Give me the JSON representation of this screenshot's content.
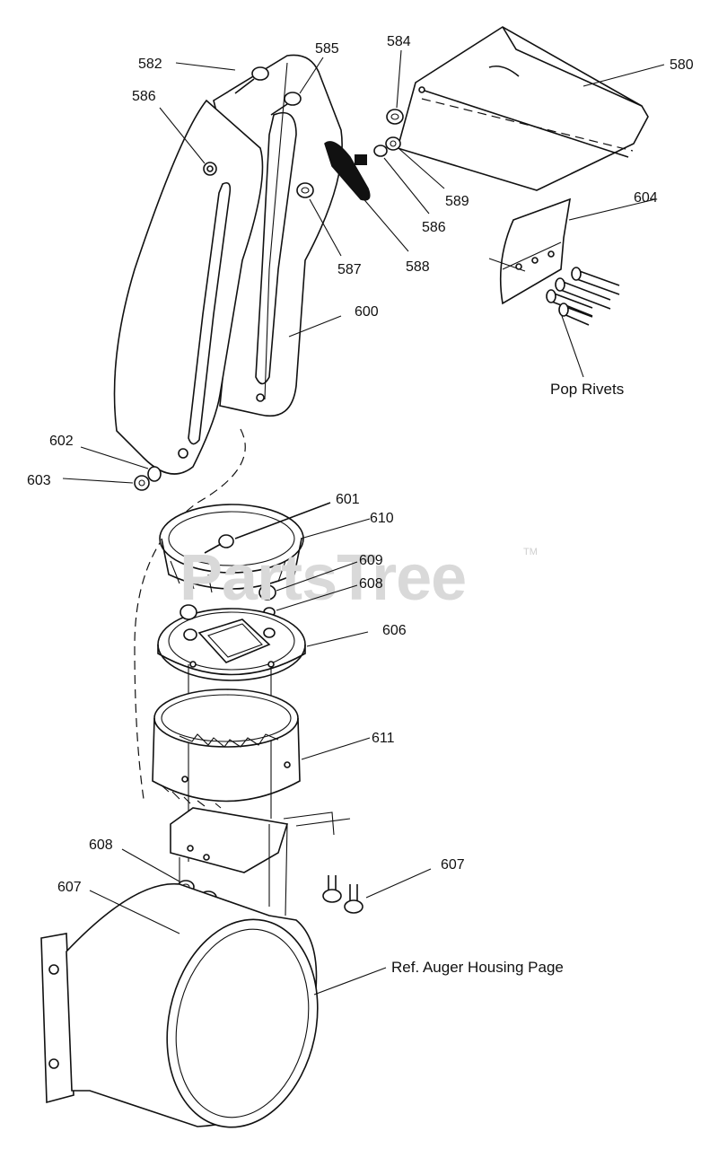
{
  "watermark": {
    "text": "PartsTree",
    "trademark": "TM"
  },
  "callouts": [
    {
      "id": "c582",
      "text": "582"
    },
    {
      "id": "c585",
      "text": "585"
    },
    {
      "id": "c584",
      "text": "584"
    },
    {
      "id": "c580",
      "text": "580"
    },
    {
      "id": "c586a",
      "text": "586"
    },
    {
      "id": "c589",
      "text": "589"
    },
    {
      "id": "c586b",
      "text": "586"
    },
    {
      "id": "c604",
      "text": "604"
    },
    {
      "id": "c587",
      "text": "587"
    },
    {
      "id": "c588",
      "text": "588"
    },
    {
      "id": "c600",
      "text": "600"
    },
    {
      "id": "cpop",
      "text": "Pop Rivets"
    },
    {
      "id": "c602",
      "text": "602"
    },
    {
      "id": "c603",
      "text": "603"
    },
    {
      "id": "c601",
      "text": "601"
    },
    {
      "id": "c610",
      "text": "610"
    },
    {
      "id": "c609",
      "text": "609"
    },
    {
      "id": "c608a",
      "text": "608"
    },
    {
      "id": "c606",
      "text": "606"
    },
    {
      "id": "c611",
      "text": "611"
    },
    {
      "id": "c608b",
      "text": "608"
    },
    {
      "id": "c607a",
      "text": "607"
    },
    {
      "id": "c607b",
      "text": "607"
    },
    {
      "id": "cref",
      "text": "Ref. Auger Housing Page"
    }
  ]
}
